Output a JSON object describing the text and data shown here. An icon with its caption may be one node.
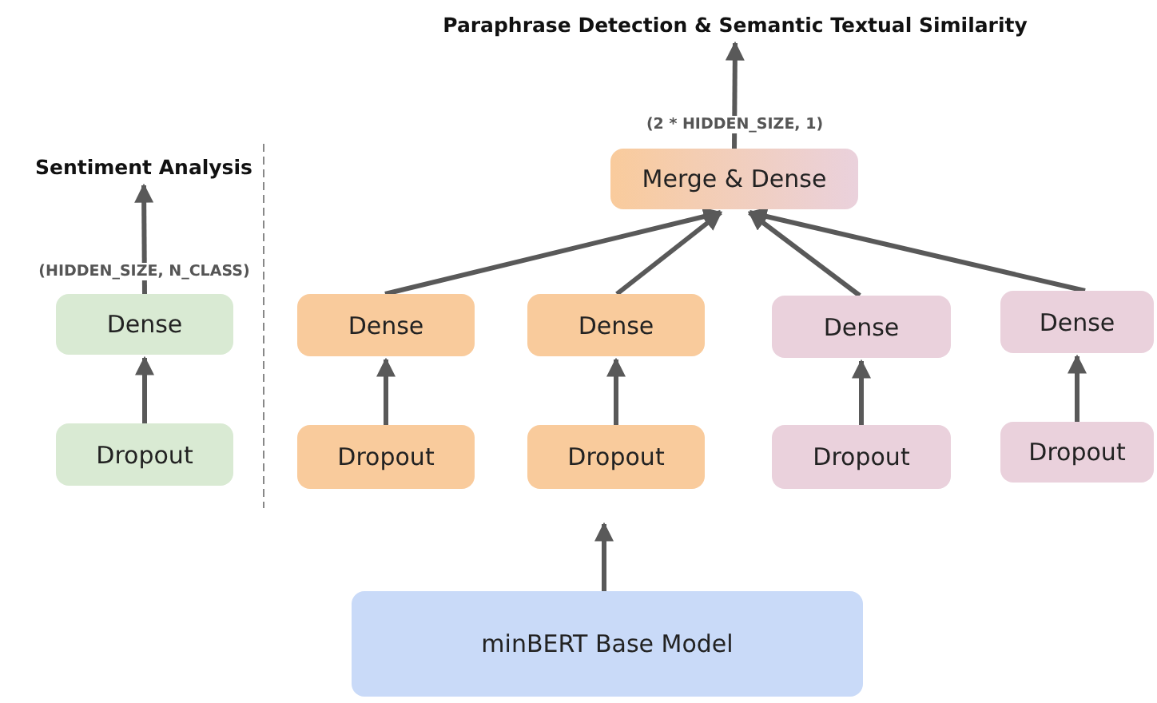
{
  "diagram": {
    "nodes": [
      {
        "text": [
          "Sentiment Analysis"
        ]
      },
      {
        "text": [
          "Dense"
        ]
      },
      {
        "text": [
          "Dropout"
        ]
      },
      {
        "text": [
          "Paraphrase Detection & Semantic Textual Similarity"
        ]
      },
      {
        "text": [
          "Merge & Dense"
        ]
      },
      {
        "text": [
          "Dense"
        ]
      },
      {
        "text": [
          "Dense"
        ]
      },
      {
        "text": [
          "Dense"
        ]
      },
      {
        "text": [
          "Dense"
        ]
      },
      {
        "text": [
          "Dropout"
        ]
      },
      {
        "text": [
          "Dropout"
        ]
      },
      {
        "text": [
          "Dropout"
        ]
      },
      {
        "text": [
          "Dropout"
        ]
      },
      {
        "text": [
          "minBERT Base Model"
        ]
      }
    ],
    "edges": [
      {
        "from": 2,
        "to": 1,
        "arrow": "to"
      },
      {
        "from": 1,
        "to": 0,
        "arrow": "to",
        "label": "(HIDDEN_SIZE, N_CLASS)"
      },
      {
        "from": 9,
        "to": 5,
        "arrow": "to"
      },
      {
        "from": 10,
        "to": 6,
        "arrow": "to"
      },
      {
        "from": 11,
        "to": 7,
        "arrow": "to"
      },
      {
        "from": 12,
        "to": 8,
        "arrow": "to"
      },
      {
        "from": 5,
        "to": 4,
        "arrow": "to"
      },
      {
        "from": 6,
        "to": 4,
        "arrow": "to"
      },
      {
        "from": 7,
        "to": 4,
        "arrow": "to"
      },
      {
        "from": 8,
        "to": 4,
        "arrow": "to"
      },
      {
        "from": 4,
        "to": 3,
        "arrow": "to",
        "label": "(2 * HIDDEN_SIZE, 1)"
      },
      {
        "from": 13,
        "to": 10,
        "arrow": "to"
      }
    ]
  }
}
